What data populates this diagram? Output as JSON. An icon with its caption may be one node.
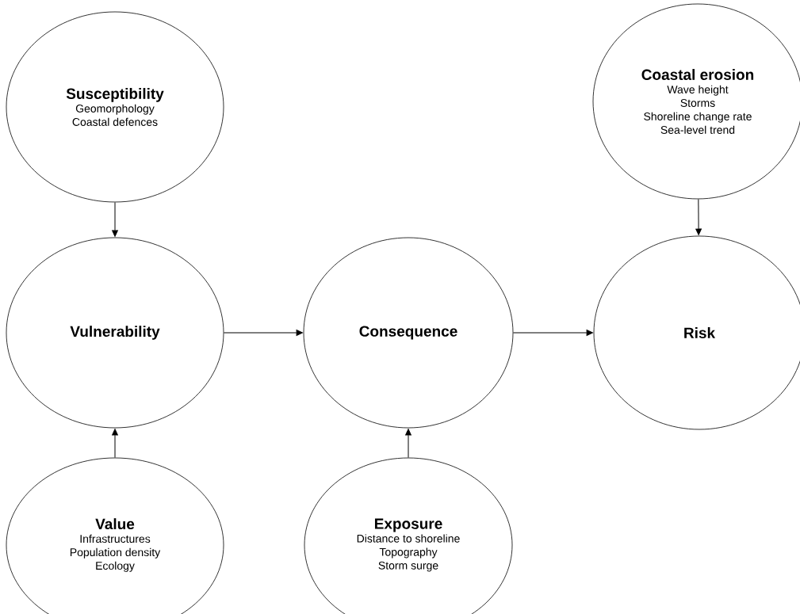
{
  "diagram": {
    "nodes": [
      {
        "text": [
          "Susceptibility",
          "Geomorphology",
          "Coastal defences"
        ]
      },
      {
        "text": [
          "Vulnerability"
        ]
      },
      {
        "text": [
          "Value",
          "Infrastructures",
          "Population density",
          "Ecology"
        ]
      },
      {
        "text": [
          "Consequence"
        ]
      },
      {
        "text": [
          "Exposure",
          "Distance to shoreline",
          "Topography",
          "Storm surge"
        ]
      },
      {
        "text": [
          "Coastal erosion",
          "Wave height",
          "Storms",
          "Shoreline change rate",
          "Sea-level trend"
        ]
      },
      {
        "text": [
          "Risk"
        ]
      }
    ],
    "edges": [
      {
        "from": 0,
        "to": 1,
        "arrow": "to"
      },
      {
        "from": 2,
        "to": 1,
        "arrow": "to"
      },
      {
        "from": 1,
        "to": 3,
        "arrow": "to"
      },
      {
        "from": 4,
        "to": 3,
        "arrow": "to"
      },
      {
        "from": 3,
        "to": 6,
        "arrow": "to"
      },
      {
        "from": 5,
        "to": 6,
        "arrow": "to"
      }
    ]
  }
}
